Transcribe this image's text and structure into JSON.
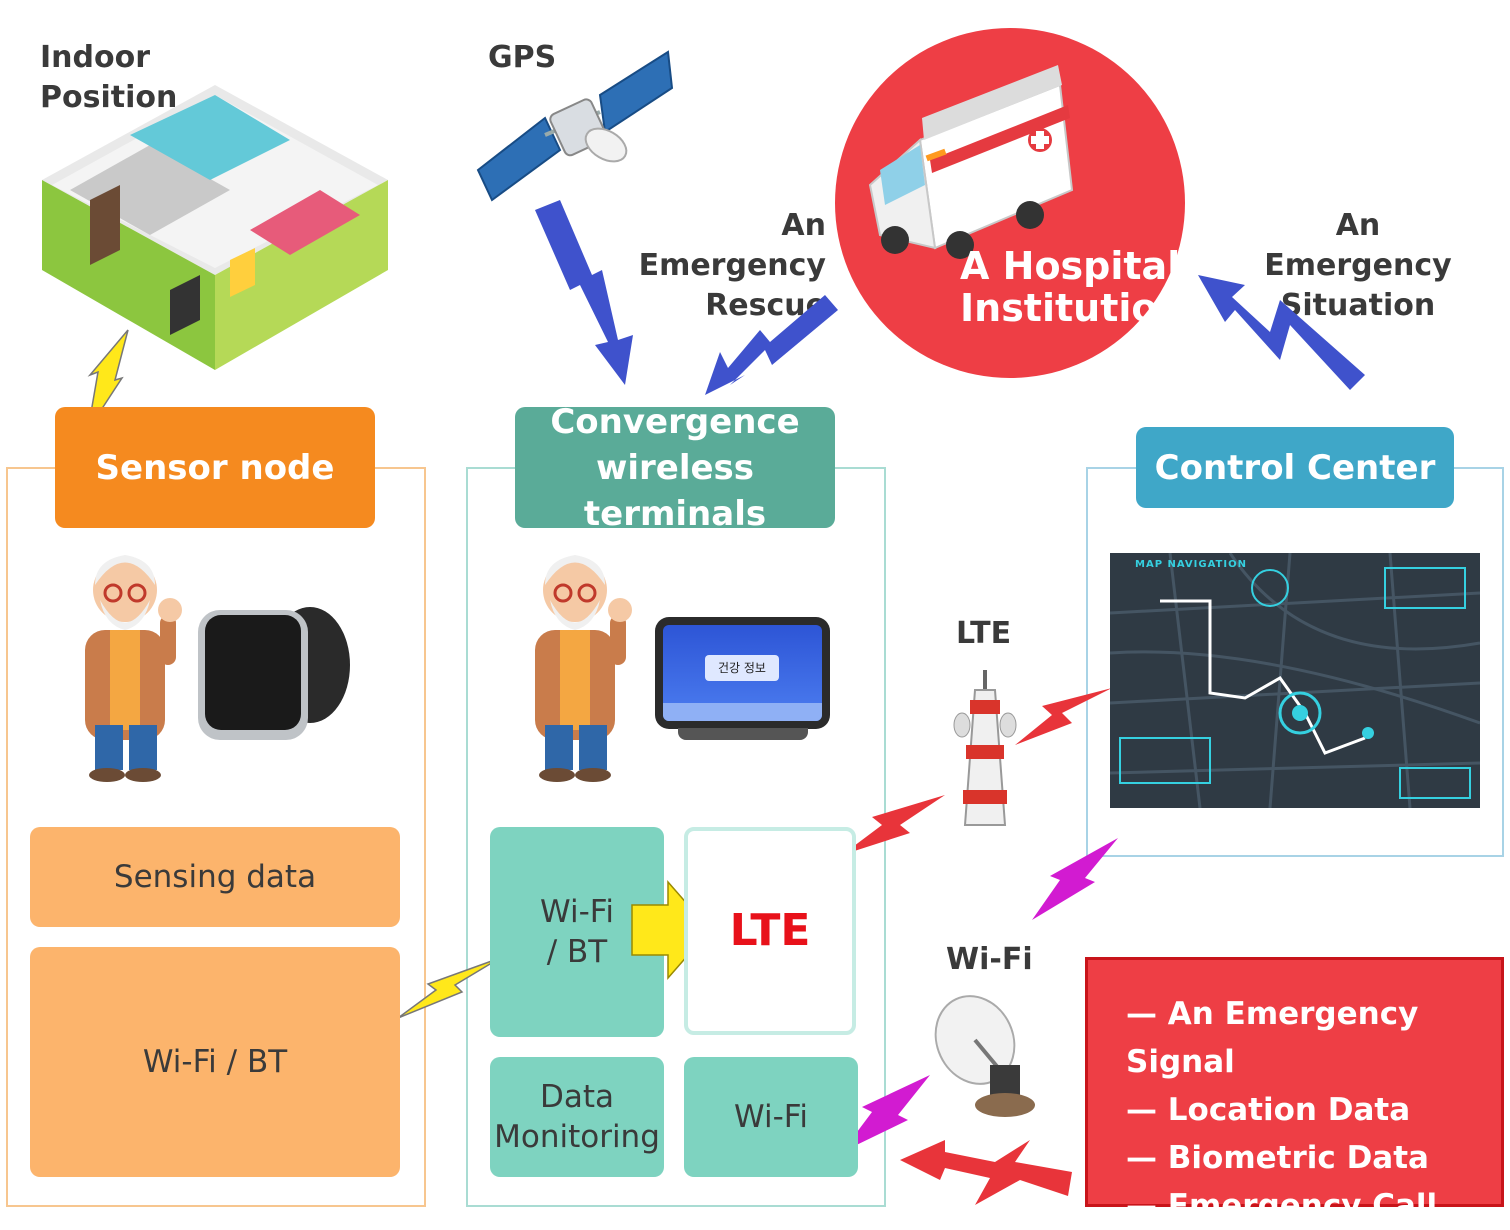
{
  "labels": {
    "indoor_position": "Indoor\nPosition",
    "gps": "GPS",
    "emergency_rescue": "An Emergency\nRescue",
    "emergency_situation": "An Emergency\nSituation",
    "hospital": "A Hospital\nInstitution",
    "lte_tower": "LTE",
    "wifi_antenna": "Wi-Fi"
  },
  "sensor_node": {
    "title": "Sensor node",
    "sensing_data": "Sensing data",
    "wifi_bt": "Wi-Fi / BT"
  },
  "convergence": {
    "title": "Convergence\nwireless terminals",
    "tablet_button": "건강 정보",
    "wifi_bt": "Wi-Fi\n/ BT",
    "lte": "LTE",
    "data_monitoring": "Data\nMonitoring",
    "wifi": "Wi-Fi"
  },
  "control_center": {
    "title": "Control Center",
    "map_title": "MAP NAVIGATION"
  },
  "emergency_list": [
    "— An Emergency Signal",
    "— Location Data",
    "— Biometric Data",
    "— Emergency Call"
  ],
  "colors": {
    "sensor_orange": "#f58a1f",
    "sensor_light": "#fcb46c",
    "teal_header": "#5aab98",
    "teal_box": "#7ed3c0",
    "control_blue": "#3fa7c8",
    "hospital_red": "#ee3e45",
    "arrow_blue": "#3f52cc",
    "bolt_yellow": "#ffe81a",
    "bolt_red": "#e8343a",
    "bolt_magenta": "#d21bd1"
  },
  "icons": [
    "house-icon",
    "satellite-icon",
    "ambulance-icon",
    "elderly-man-icon",
    "smartwatch-icon",
    "tablet-icon",
    "lte-tower-icon",
    "satellite-dish-icon",
    "map-screen-icon"
  ]
}
